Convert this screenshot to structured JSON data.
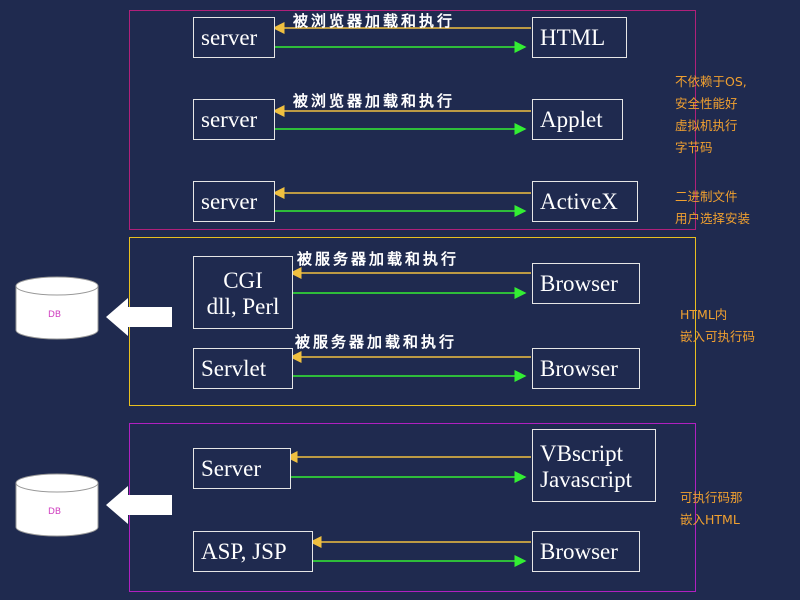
{
  "colors": {
    "background": "#1f2a4f",
    "arrow_request": "#f0c040",
    "arrow_response": "#33ee33",
    "frame_top": "#b0207a",
    "frame_middle": "#e8c020",
    "frame_bottom": "#b020c0",
    "note_text": "#f0a030"
  },
  "section1": {
    "rows": [
      {
        "left": "server",
        "right": "HTML",
        "label": "被浏览器加载和执行"
      },
      {
        "left": "server",
        "right": "Applet",
        "label": "被浏览器加载和执行"
      },
      {
        "left": "server",
        "right": "ActiveX",
        "label": ""
      }
    ],
    "note_a": "不依赖于OS,\n安全性能好\n虚拟机执行\n字节码",
    "note_b": "二进制文件\n用户选择安装"
  },
  "section2": {
    "rows": [
      {
        "left": "CGI\ndll, Perl",
        "right": "Browser",
        "label": "被服务器加载和执行"
      },
      {
        "left": "Servlet",
        "right": "Browser",
        "label": "被服务器加载和执行"
      }
    ],
    "note": "HTML内\n嵌入可执行码",
    "db_label": "DB"
  },
  "section3": {
    "rows": [
      {
        "left": "Server",
        "right": "VBscript\nJavascript"
      },
      {
        "left": "ASP, JSP",
        "right": "Browser"
      }
    ],
    "note": "可执行码那\n嵌入HTML",
    "db_label": "DB"
  }
}
